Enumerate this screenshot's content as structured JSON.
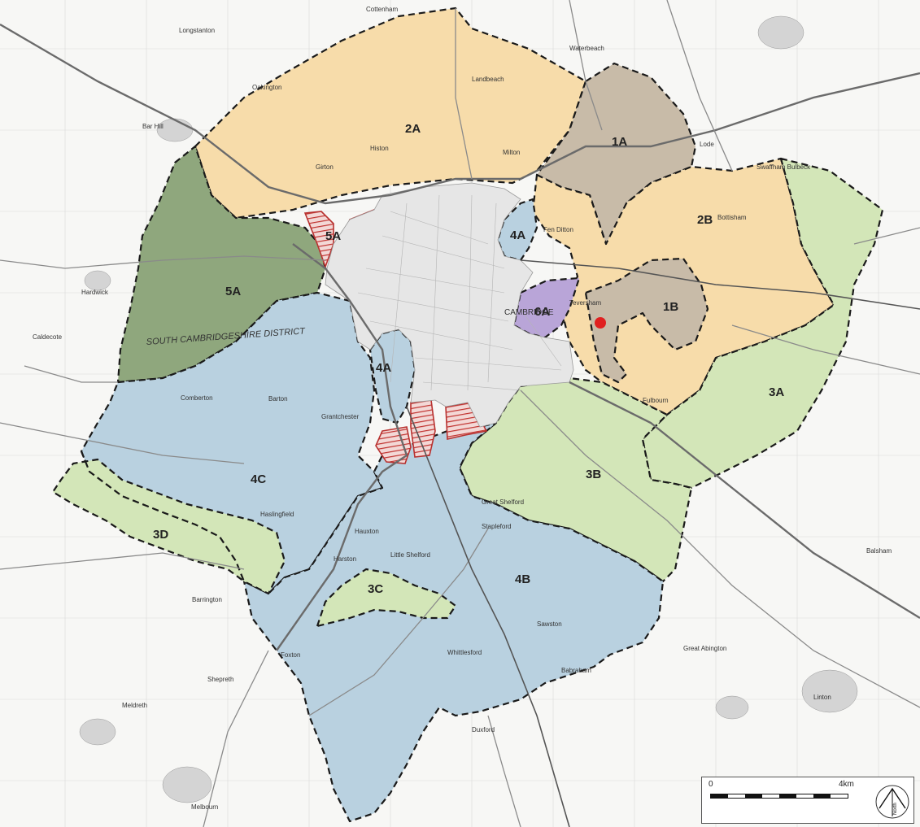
{
  "map": {
    "zones": [
      {
        "id": "1A",
        "label": "1A",
        "color": "#c8bba8"
      },
      {
        "id": "1B",
        "label": "1B",
        "color": "#c8bba8"
      },
      {
        "id": "2A",
        "label": "2A",
        "color": "#f7dcaa"
      },
      {
        "id": "2B",
        "label": "2B",
        "color": "#f7dcaa"
      },
      {
        "id": "3A",
        "label": "3A",
        "color": "#d3e6b8"
      },
      {
        "id": "3B",
        "label": "3B",
        "color": "#d3e6b8"
      },
      {
        "id": "3C",
        "label": "3C",
        "color": "#d3e6b8"
      },
      {
        "id": "3D",
        "label": "3D",
        "color": "#d3e6b8"
      },
      {
        "id": "4A_north",
        "label": "4A",
        "color": "#b9d1e0"
      },
      {
        "id": "4A_south",
        "label": "4A",
        "color": "#b9d1e0"
      },
      {
        "id": "4B",
        "label": "4B",
        "color": "#b9d1e0"
      },
      {
        "id": "4C",
        "label": "4C",
        "color": "#b9d1e0"
      },
      {
        "id": "5A_west",
        "label": "5A",
        "color": "#8fa77d"
      },
      {
        "id": "5A_north",
        "label": "5A",
        "color": "#d43a36"
      },
      {
        "id": "6A",
        "label": "6A",
        "color": "#b9a5d8"
      }
    ],
    "city_label": "CAMBRIDGE",
    "district_label": "SOUTH CAMBRIDGESHIRE DISTRICT",
    "place_names": [
      "Cottenham",
      "Longstanton",
      "Oakington",
      "Histon",
      "Girton",
      "Milton",
      "Landbeach",
      "Waterbeach",
      "Lode",
      "Swaffham Bulbeck",
      "Bottisham",
      "Fen Ditton",
      "Bar Hill",
      "Hardwick",
      "Caldecote",
      "Comberton",
      "Barton",
      "Grantchester",
      "Haslingfield",
      "Harston",
      "Hauxton",
      "Little Shelford",
      "Great Shelford",
      "Stapleford",
      "Sawston",
      "Whittlesford",
      "Duxford",
      "Fulbourn",
      "Teversham",
      "Babraham",
      "Barrington",
      "Shepreth",
      "Foxton",
      "Meldreth",
      "Melbourn",
      "Linton",
      "Great Abington",
      "Balsham"
    ],
    "marker": {
      "name": "site-marker",
      "color": "#e02020"
    },
    "colors": {
      "boundary": "#1a1a1a",
      "hatch": "#c0312e",
      "urban": "#d4d4d4"
    }
  },
  "scale_bar": {
    "zero_label": "0",
    "max_label": "4km",
    "north_label": "North"
  }
}
